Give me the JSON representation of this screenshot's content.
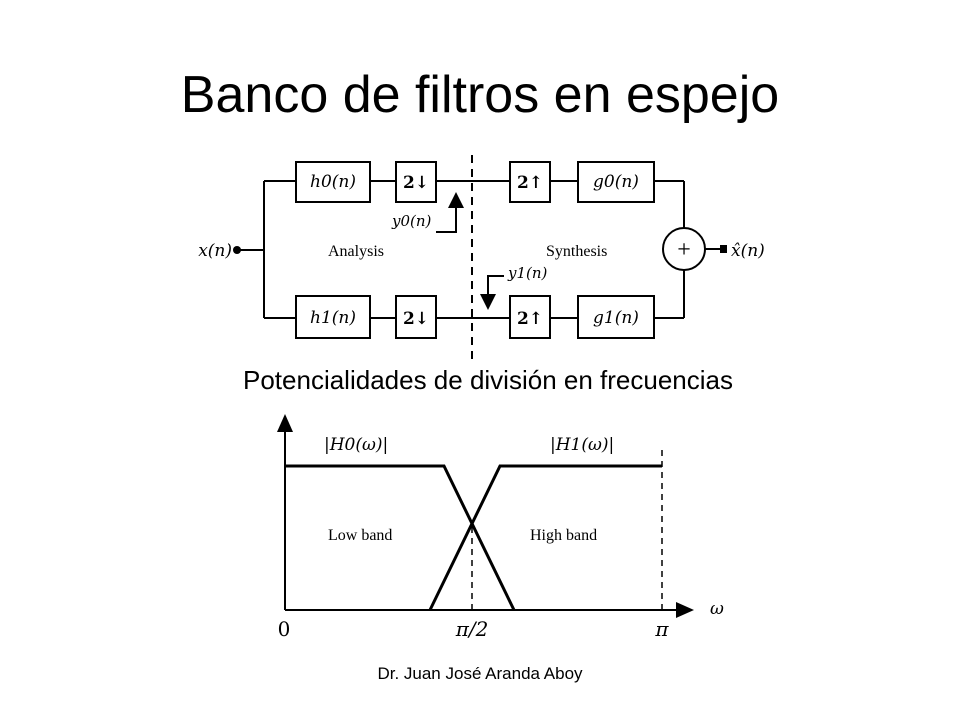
{
  "slide": {
    "title": "Banco de filtros en espejo",
    "subtitle": "Potencialidades de división en frecuencias",
    "footer": "Dr. Juan José Aranda Aboy"
  },
  "filter_bank": {
    "input_label": "x(n)",
    "output_label": "x̂(n)",
    "analysis_label": "Analysis",
    "synthesis_label": "Synthesis",
    "adder_symbol": "+",
    "upper_branch": {
      "analysis_filter": "h0(n)",
      "downsampler": "2↓",
      "signal": "y0(n)",
      "upsampler": "2↑",
      "synthesis_filter": "g0(n)"
    },
    "lower_branch": {
      "analysis_filter": "h1(n)",
      "downsampler": "2↓",
      "signal": "y1(n)",
      "upsampler": "2↑",
      "synthesis_filter": "g1(n)"
    }
  },
  "frequency_plot": {
    "h0_label": "|H0(ω)|",
    "h1_label": "|H1(ω)|",
    "low_band_label": "Low band",
    "high_band_label": "High band",
    "x_axis_label": "ω",
    "x_ticks": [
      "0",
      "π/2",
      "π"
    ]
  }
}
